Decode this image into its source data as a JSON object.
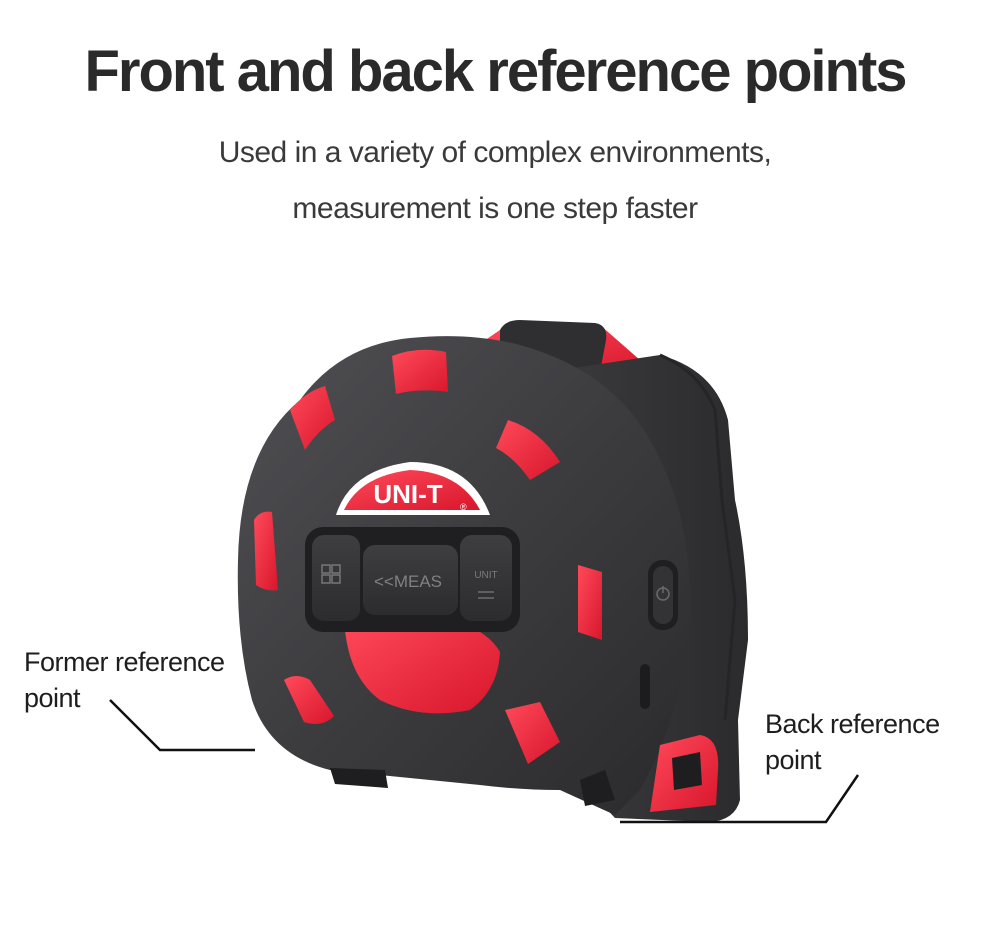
{
  "header": {
    "title": "Front and back reference points",
    "subtitle_line1": "Used in a variety of complex environments,",
    "subtitle_line2": "measurement is one step faster"
  },
  "device": {
    "brand_logo": "UNI-T",
    "registered_mark": "®",
    "buttons": {
      "left_icon": "grid-icon",
      "center_label": "<<MEAS",
      "right_label": "UNIT"
    },
    "power_icon": "power-icon",
    "colors": {
      "body": "#3a3a3c",
      "accent": "#e8243a"
    }
  },
  "annotations": {
    "front_line1": "Former reference",
    "front_line2": "point",
    "back_line1": "Back reference",
    "back_line2": "point"
  }
}
